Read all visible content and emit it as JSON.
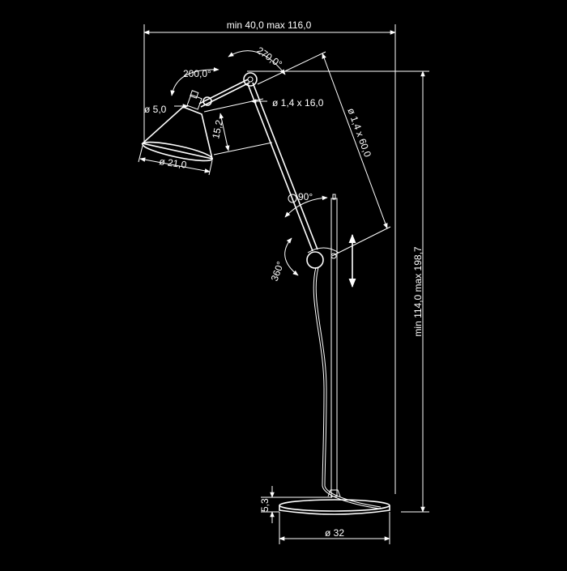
{
  "drawing": {
    "subject": "floor-lamp-technical-drawing",
    "line_color": "#ffffff",
    "background_color": "#000000",
    "labels": {
      "width_range": "min 40,0   max 116,0",
      "height_range": "min 114,0   max 198,7",
      "rotation_270": "270,0°",
      "rotation_200": "200,0°",
      "shade_top_dia": "ø 5,0",
      "small_arm": "ø 1,4 x 16,0",
      "shade_height": "15,2",
      "shade_dia": "ø 21,0",
      "long_arm": "ø 1,4 x 60,0",
      "angle_90": "90°",
      "rotation_360": "360°",
      "base_height": "5,3",
      "base_dia": "ø 32"
    }
  }
}
